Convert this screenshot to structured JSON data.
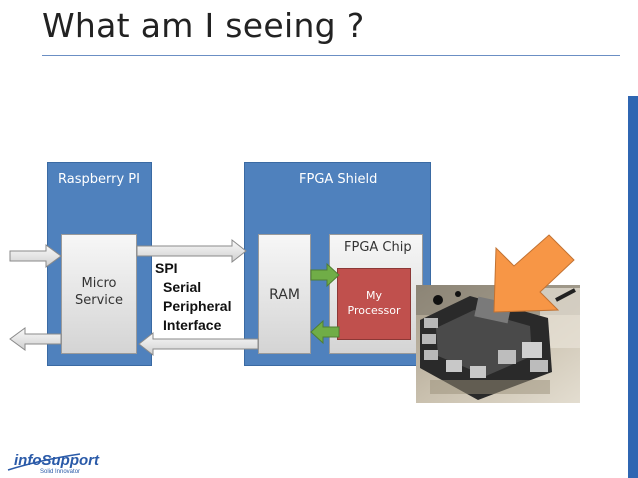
{
  "slide": {
    "title": "What am I seeing ?"
  },
  "raspberry": {
    "label": "Raspberry PI",
    "micro_line1": "Micro",
    "micro_line2": "Service"
  },
  "fpga": {
    "label": "FPGA Shield",
    "ram": "RAM",
    "chip_label": "FPGA Chip",
    "proc_line1": "My",
    "proc_line2": "Processor"
  },
  "spi": {
    "line1": "SPI",
    "line2": "Serial",
    "line3": "Peripheral",
    "line4": "Interface"
  },
  "logo": {
    "text": "infoSupport",
    "tagline": "Solid Innovator"
  },
  "colors": {
    "panel_blue": "#4f81bd",
    "processor_red": "#c0504d",
    "connector_green": "#70ad47",
    "pointer_orange": "#f79646",
    "brand_blue": "#2a5aa8"
  }
}
